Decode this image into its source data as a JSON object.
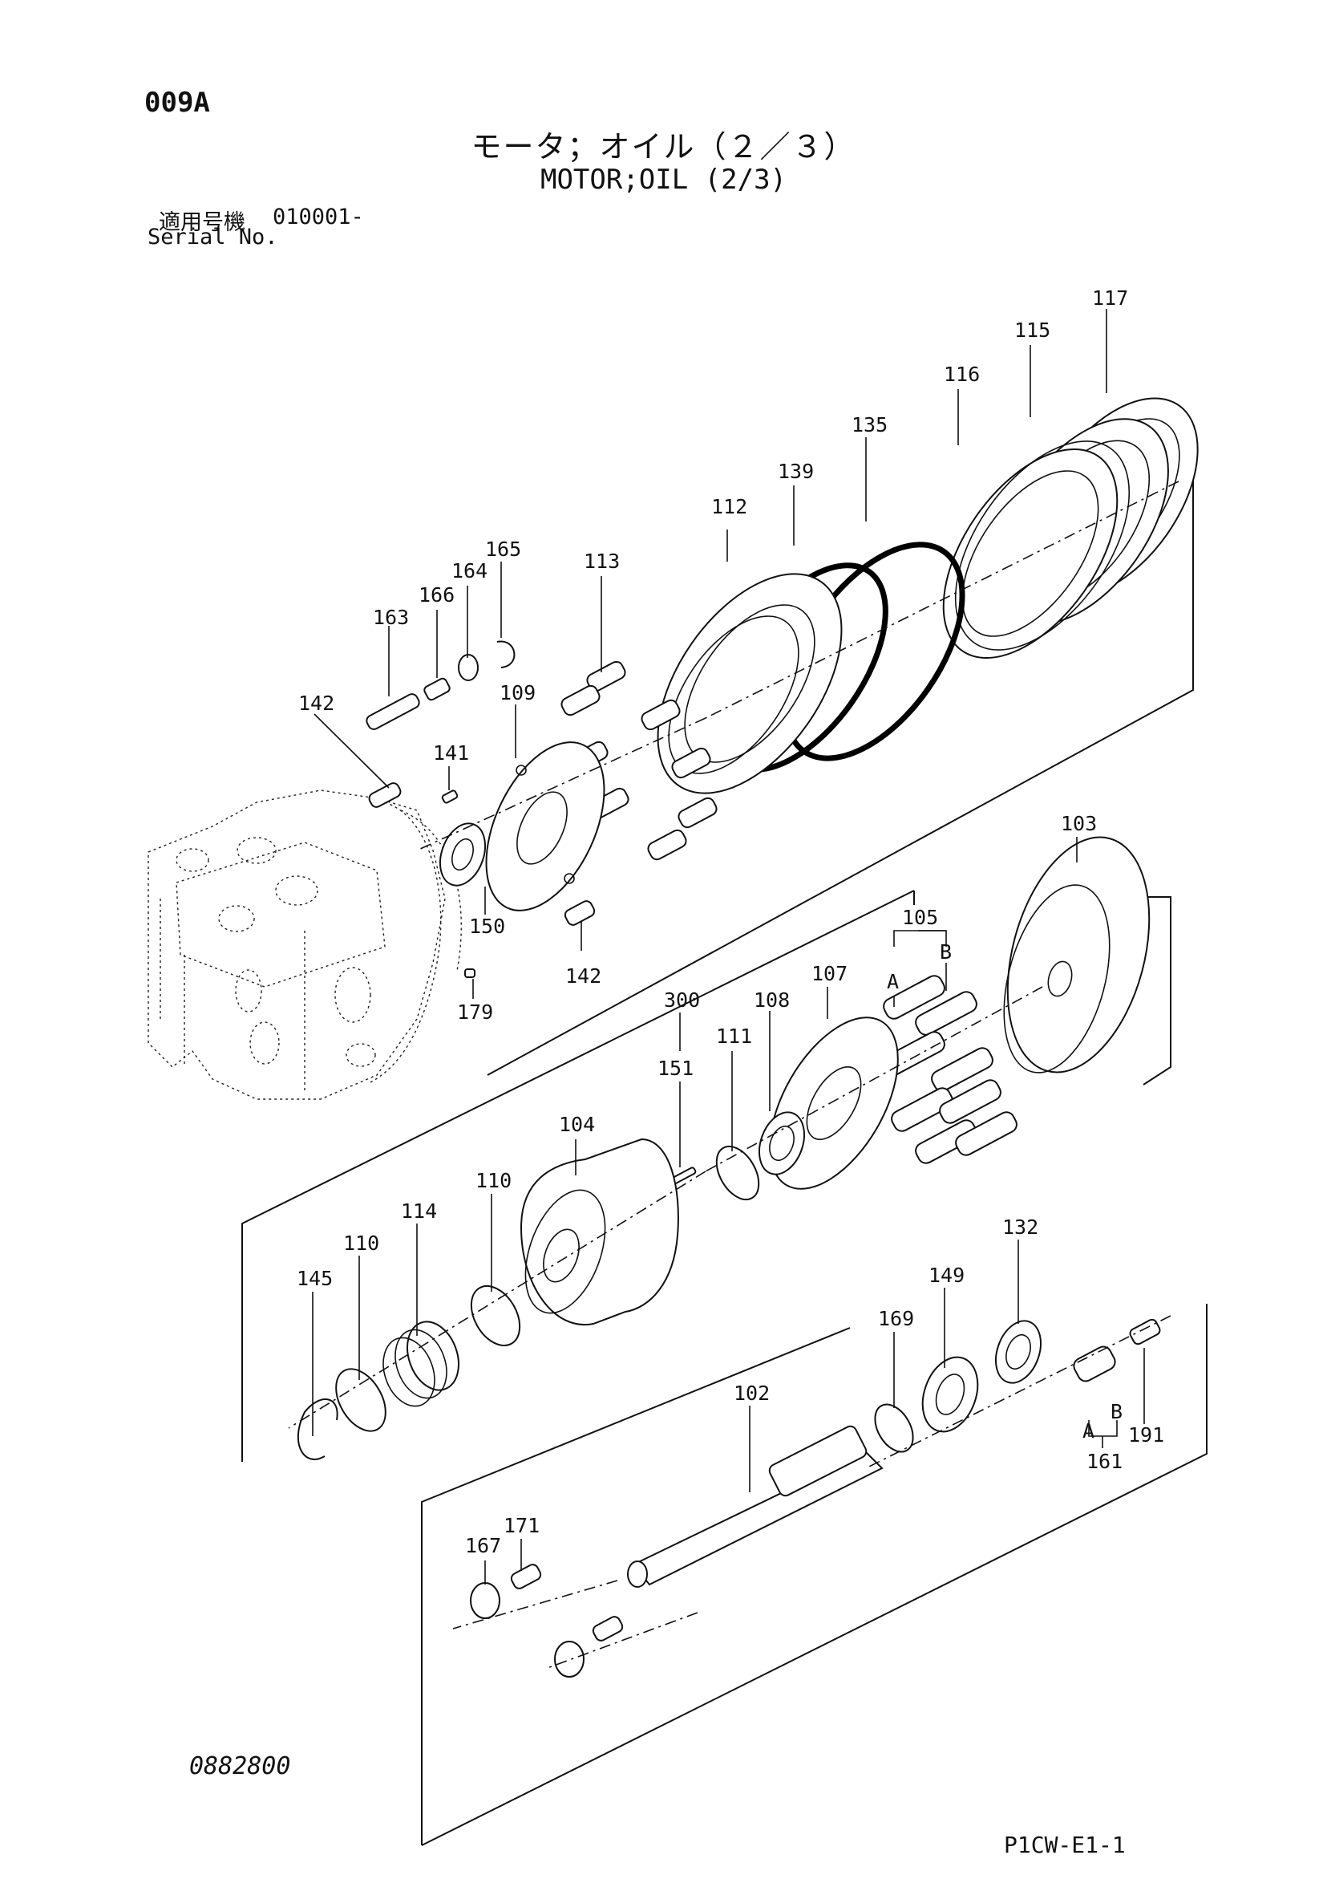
{
  "header": {
    "page_code": "009A",
    "title_jp": "モータ；オイル（２／３）",
    "title_en": "MOTOR;OIL (2/3)",
    "serial_label_jp": "適用号機",
    "serial_value": "010001-",
    "serial_label_en": "Serial No."
  },
  "callouts": {
    "c117": "117",
    "c115": "115",
    "c116": "116",
    "c135": "135",
    "c139": "139",
    "c112": "112",
    "c113": "113",
    "c165": "165",
    "c164": "164",
    "c166": "166",
    "c163": "163",
    "c142a": "142",
    "c141": "141",
    "c109": "109",
    "c150": "150",
    "c142b": "142",
    "c179": "179",
    "c103": "103",
    "c105": "105",
    "c105a": "A",
    "c105b": "B",
    "c107": "107",
    "c108": "108",
    "c300": "300",
    "c111": "111",
    "c151": "151",
    "c104": "104",
    "c110a": "110",
    "c114": "114",
    "c110b": "110",
    "c145": "145",
    "c132": "132",
    "c149": "149",
    "c169": "169",
    "c161a": "A",
    "c161b": "B",
    "c191": "191",
    "c161": "161",
    "c102": "102",
    "c171": "171",
    "c167": "167"
  },
  "footer": {
    "drawing_number": "0882800",
    "sheet_ref": "P1CW-E1-1"
  }
}
